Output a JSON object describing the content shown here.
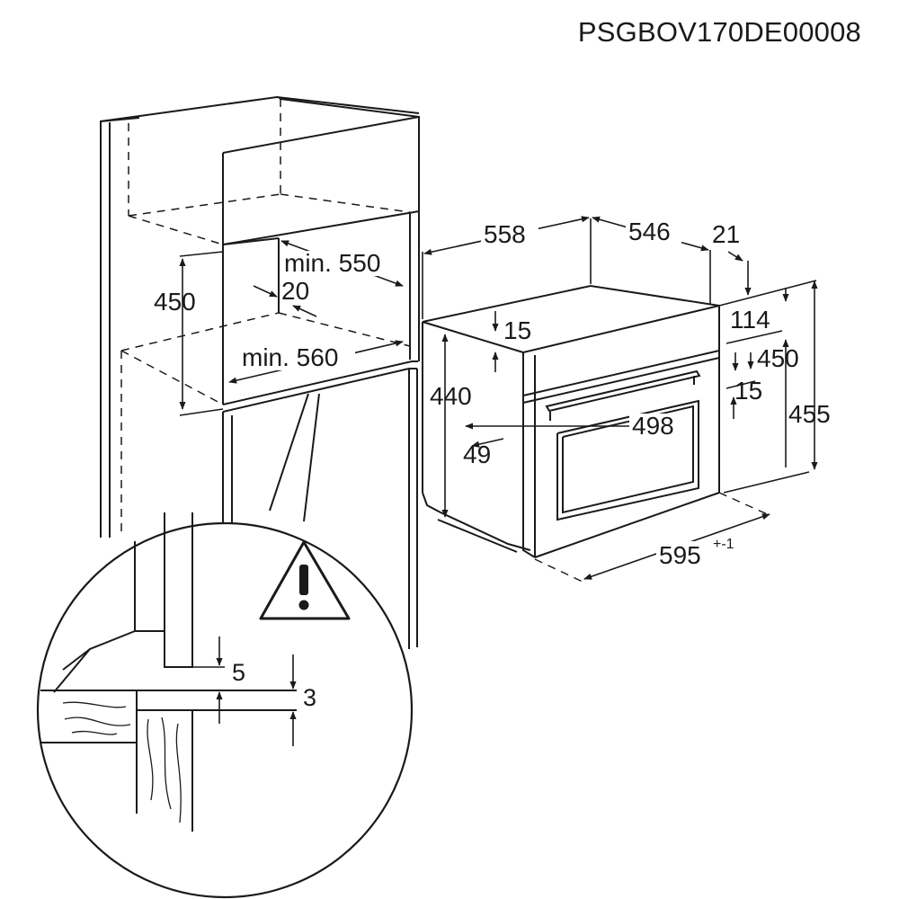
{
  "doc_code": "PSGBOV170DE00008",
  "cabinet": {
    "height": "450",
    "min_depth": "min. 550",
    "gap": "20",
    "min_width": "min. 560"
  },
  "oven": {
    "depth_total": "558",
    "depth_body": "546",
    "front": "21",
    "top_offset": "15",
    "height_body": "440",
    "top_gap": "114",
    "inner_height": "450",
    "side_gap": "15",
    "front_height": "455",
    "inner_width": "498",
    "side_offset": "49",
    "width": "595",
    "width_tolerance": "+-1"
  },
  "detail": {
    "gap_5": "5",
    "gap_3": "3",
    "warning_icon": "warning-triangle-icon"
  }
}
